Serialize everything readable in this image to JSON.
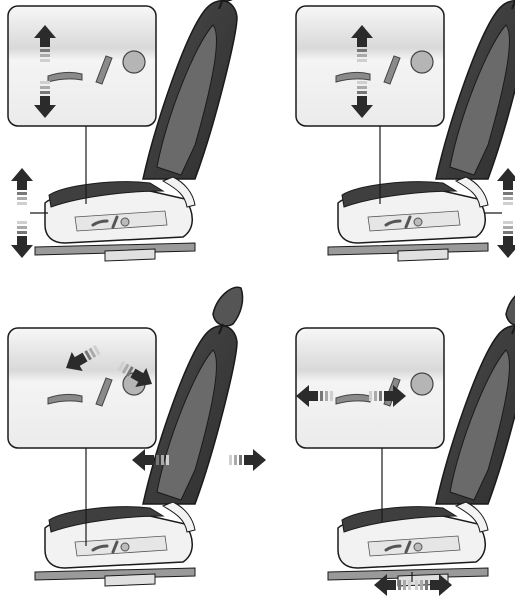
{
  "figure": {
    "panels": [
      {
        "id": "panel-1",
        "motion": "seat-height-front-edge",
        "inset_arrows": "up-down",
        "side_arrows": "up-down-left"
      },
      {
        "id": "panel-2",
        "motion": "seat-height-rear-edge",
        "inset_arrows": "up-down",
        "side_arrows": "up-down-right"
      },
      {
        "id": "panel-3",
        "motion": "seatback-recline",
        "inset_arrows": "diagonal-forward-back",
        "side_arrows": "left-right"
      },
      {
        "id": "panel-4",
        "motion": "seat-fore-aft",
        "inset_arrows": "left-right",
        "side_arrows": "left-right-bottom"
      }
    ],
    "colors": {
      "seat_dark": "#3f3f3f",
      "seat_mid": "#6a6a6a",
      "seat_light": "#f2f2f2",
      "outline": "#1a1a1a",
      "inset_bg": "#e9e9e9",
      "arrow": "#2b2b2b",
      "control_knob": "#b5b5b5"
    }
  }
}
